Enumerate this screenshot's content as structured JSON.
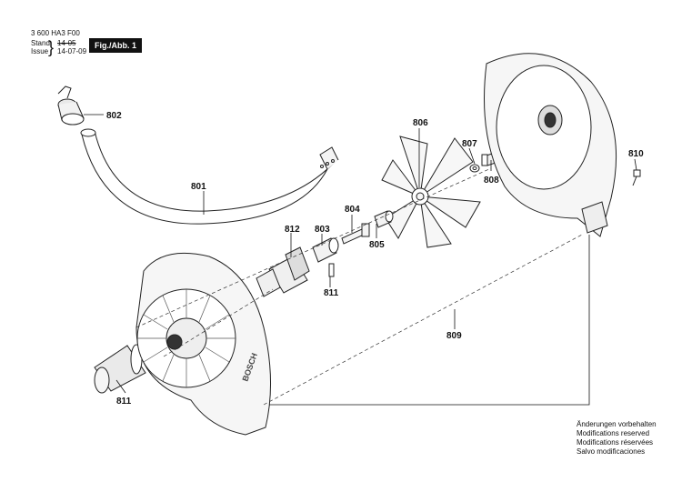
{
  "header": {
    "doc_code": "3 600 HA3 F00",
    "stand_label": "Stand",
    "issue_label": "Issue",
    "stand_date": "14-05",
    "issue_date": "14-07-09",
    "fig_label": "Fig./Abb. 1"
  },
  "notes": [
    "Änderungen vorbehalten",
    "Modifications reserved",
    "Modifications réservées",
    "Salvo modificaciones"
  ],
  "parts": [
    {
      "id": "p801",
      "label": "801"
    },
    {
      "id": "p802",
      "label": "802"
    },
    {
      "id": "p803",
      "label": "803"
    },
    {
      "id": "p804",
      "label": "804"
    },
    {
      "id": "p805",
      "label": "805"
    },
    {
      "id": "p806",
      "label": "806"
    },
    {
      "id": "p807",
      "label": "807"
    },
    {
      "id": "p808",
      "label": "808"
    },
    {
      "id": "p809",
      "label": "809"
    },
    {
      "id": "p810",
      "label": "810"
    },
    {
      "id": "p811a",
      "label": "811"
    },
    {
      "id": "p811b",
      "label": "811"
    },
    {
      "id": "p812",
      "label": "812"
    }
  ],
  "brand_logo": "BOSCH"
}
